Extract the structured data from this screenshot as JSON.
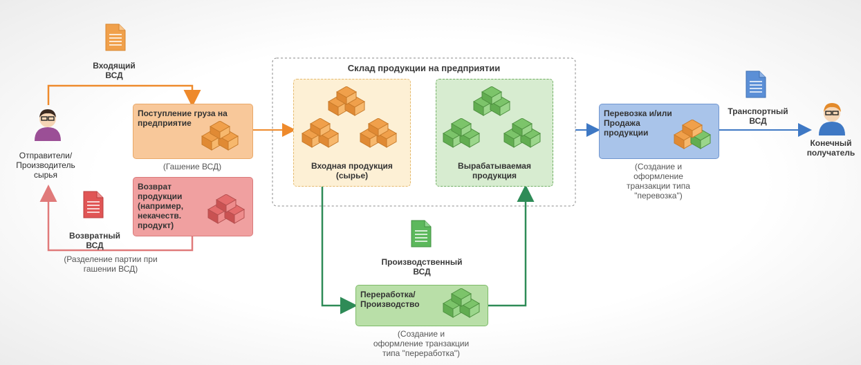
{
  "warehouse": {
    "title": "Склад продукции на предприятии"
  },
  "incoming_doc": {
    "label_line1": "Входящий",
    "label_line2": "ВСД",
    "icon": "document-icon",
    "color": "#f0a04b"
  },
  "sender": {
    "line1": "Отправители/",
    "line2": "Производитель",
    "line3": "сырья",
    "icon": "person-icon"
  },
  "cargo_receipt": {
    "title_line1": "Поступление груза на",
    "title_line2": "предприятие",
    "note": "(Гашение ВСД)",
    "color": "#f8c89a"
  },
  "product_return": {
    "title_line1": "Возврат продукции",
    "title_line2": "(например,",
    "title_line3": "некачеств.",
    "title_line4": "продукт)",
    "color": "#f0a0a0"
  },
  "return_doc": {
    "label_line1": "Возвратный",
    "label_line2": "ВСД",
    "note_line1": "(Разделение партии при",
    "note_line2": "гашении ВСД)",
    "icon": "document-icon",
    "color": "#e05555"
  },
  "input_products": {
    "line1": "Входная продукция",
    "line2": "(сырье)",
    "color": "#fdf0d5"
  },
  "produced_products": {
    "line1": "Вырабатываемая",
    "line2": "продукция",
    "color": "#d7ecd0"
  },
  "production_doc": {
    "label_line1": "Производственный",
    "label_line2": "ВСД",
    "icon": "document-icon",
    "color": "#5cb85c"
  },
  "processing": {
    "title_line1": "Переработка/",
    "title_line2": "Производство",
    "note_line1": "(Создание и",
    "note_line2": "оформление транзакции",
    "note_line3": "типа \"переработка\")",
    "color": "#b9dfa8"
  },
  "transport_sale": {
    "title_line1": "Перевозка и/или",
    "title_line2": "Продажа",
    "title_line3": "продукции",
    "note_line1": "(Создание и",
    "note_line2": "оформление",
    "note_line3": "транзакции типа",
    "note_line4": "\"перевозка\")",
    "color": "#a9c4ea"
  },
  "transport_doc": {
    "label_line1": "Транспортный",
    "label_line2": "ВСД",
    "icon": "document-icon",
    "color": "#5b8fd6"
  },
  "final_recipient": {
    "line1": "Конечный",
    "line2": "получатель",
    "icon": "person-icon"
  },
  "colors": {
    "orange_arrow": "#ee8a2c",
    "red_arrow": "#e07a7a",
    "green_arrow": "#2e8b57",
    "blue_arrow": "#3e78c4"
  }
}
